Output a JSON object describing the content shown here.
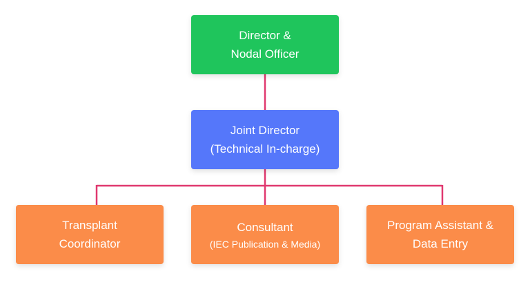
{
  "colors": {
    "director": "#1fc55c",
    "joint_director": "#5577fa",
    "staff": "#fb8c49",
    "connector": "#e0386f"
  },
  "nodes": {
    "director": {
      "line1": "Director &",
      "line2": "Nodal Officer"
    },
    "joint_director": {
      "line1": "Joint Director",
      "line2": "(Technical In-charge)"
    },
    "transplant_coordinator": {
      "line1": "Transplant",
      "line2": "Coordinator"
    },
    "consultant": {
      "line1": "Consultant",
      "line2": "(IEC Publication & Media)"
    },
    "program_assistant": {
      "line1": "Program Assistant &",
      "line2": "Data Entry"
    }
  }
}
